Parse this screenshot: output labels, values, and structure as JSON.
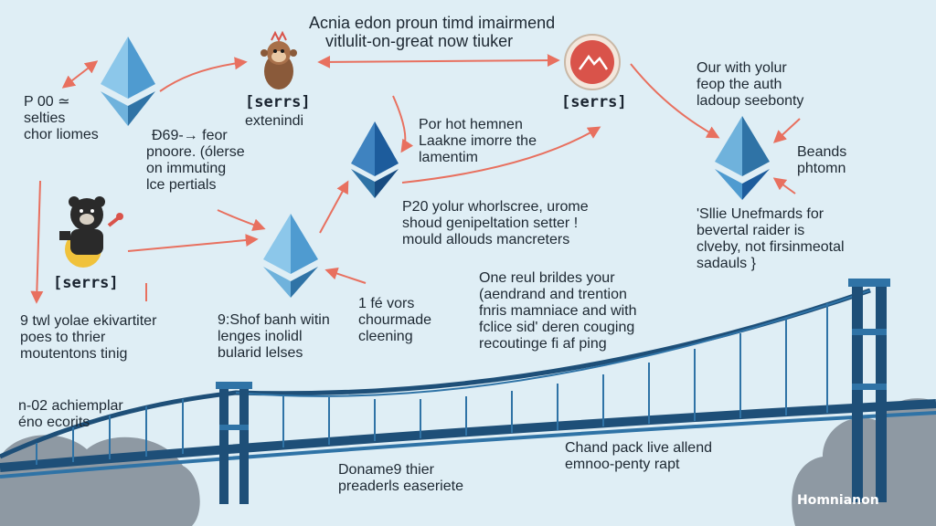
{
  "header": {
    "line1": "Acnia edon proun timd imairmend",
    "line2": "vitlulit-on-great now tiuker"
  },
  "tags": {
    "tag1": "[serrs]",
    "tag2": "[serrs]",
    "tag3": "[serrs]"
  },
  "notes": {
    "left_top": [
      "P 00 ≃",
      "selties",
      "chor liomes"
    ],
    "mid_left": [
      "Ð69-→ feor",
      "pnoore. (ólerse",
      "on immuting",
      "lce pertials"
    ],
    "extend": "extenindi",
    "center_top": [
      "Por  hot hemnen",
      "Laakne imorre the",
      "lamentim"
    ],
    "right_top": [
      "Our with yolur",
      "feop the auth",
      "ladoup seebonty"
    ],
    "beands": [
      "Beands",
      "phtomn"
    ],
    "mid_block": [
      "P20  yolur whorlscree, urome",
      "shoud genipeltation setter !",
      "mould allouds mancreters"
    ],
    "right_mid": [
      "'Sllie Unefmards for",
      "bevertal raider is",
      "clveby, not firsinmeotal",
      "sadauls }"
    ],
    "bottom_left": [
      "9 twl yolae ekivartiter",
      "poes to thrier",
      "moutentons tinig"
    ],
    "shot": [
      "9:Shof banh witin",
      "lenges inolidl",
      "bularid lelses"
    ],
    "fevors": [
      "1 fé vors",
      "chourmade",
      "cleening"
    ],
    "bridges": [
      "One reul brildes your",
      "(aendrand and trention",
      "fnris mamniace and with",
      "fclice sid' deren couging",
      "recoutinge fi af ping"
    ],
    "achiem": [
      "n-02 achiemplar",
      "éno ecorits"
    ],
    "chand": [
      "Chand pack live allend",
      "emnoo-penty rapt"
    ],
    "doname": [
      "Doname9 thier",
      "preaderls easeriete"
    ]
  },
  "brand": "Homnianon",
  "icons": {
    "ethereum": "ethereum-diamond-icon",
    "monkey": "monkey-mascot-icon",
    "bear": "bear-mascot-icon",
    "badge": "mountain-badge-icon",
    "cloud": "cloud-icon"
  },
  "colors": {
    "background": "#dfeef5",
    "eth_light": "#6fb2dc",
    "eth_dark": "#1d5c9c",
    "arrow": "#e8705f",
    "bridge": "#2f73a6",
    "bridge_dark": "#1e4f78",
    "cloud": "#8e99a3",
    "badge": "#d9534a"
  }
}
